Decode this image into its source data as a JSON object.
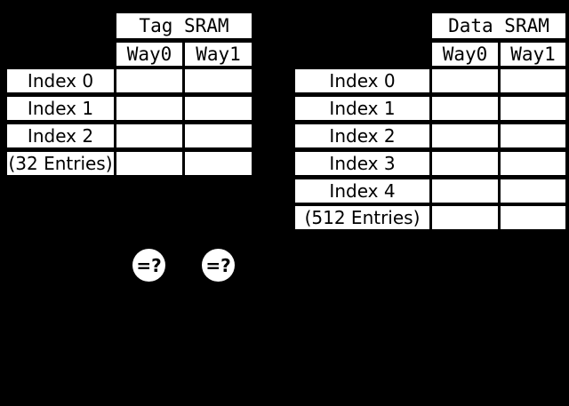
{
  "colors": {
    "background": "#000000",
    "cell_fill": "#ffffff",
    "text": "#000000"
  },
  "tag_table": {
    "title": "Tag SRAM",
    "ways": [
      "Way0",
      "Way1"
    ],
    "rows": [
      "Index 0",
      "Index 1",
      "Index 2",
      "(32 Entries)"
    ]
  },
  "data_table": {
    "title": "Data SRAM",
    "ways": [
      "Way0",
      "Way1"
    ],
    "rows": [
      "Index 0",
      "Index 1",
      "Index 2",
      "Index 3",
      "Index 4",
      "(512 Entries)"
    ]
  },
  "comparators": [
    {
      "label": "=?"
    },
    {
      "label": "=?"
    }
  ]
}
